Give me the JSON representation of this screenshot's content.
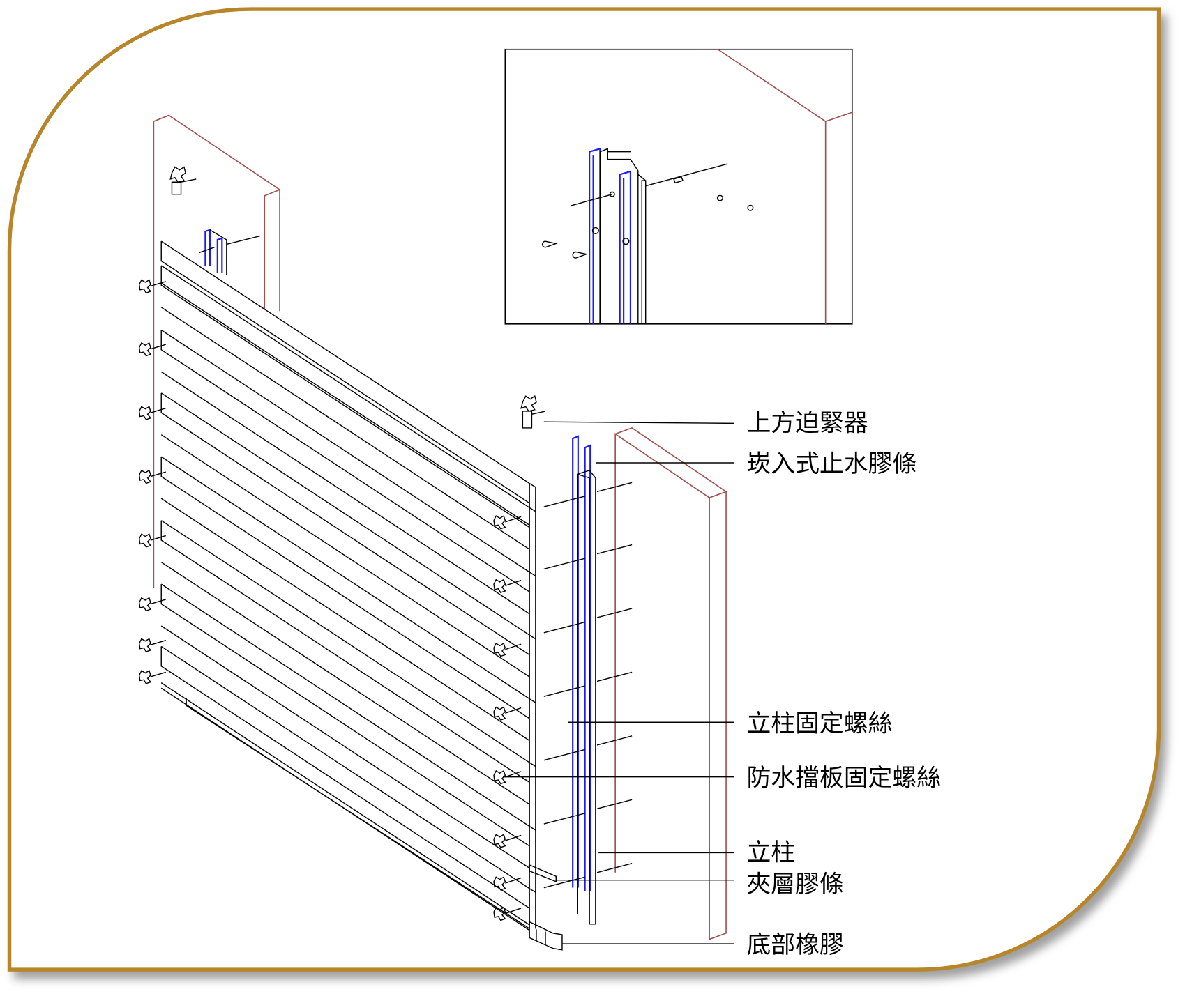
{
  "colors": {
    "frame": "#b8862b",
    "wall": "#a0504f",
    "seal": "#1a1aff",
    "line": "#000000"
  },
  "labels": {
    "top_clamp": "上方迫緊器",
    "embedded_seal": "崁入式止水膠條",
    "post_screw": "立柱固定螺絲",
    "plate_screw": "防水擋板固定螺絲",
    "post": "立柱",
    "interlayer_seal": "夾層膠條",
    "bottom_rubber": "底部橡膠"
  }
}
